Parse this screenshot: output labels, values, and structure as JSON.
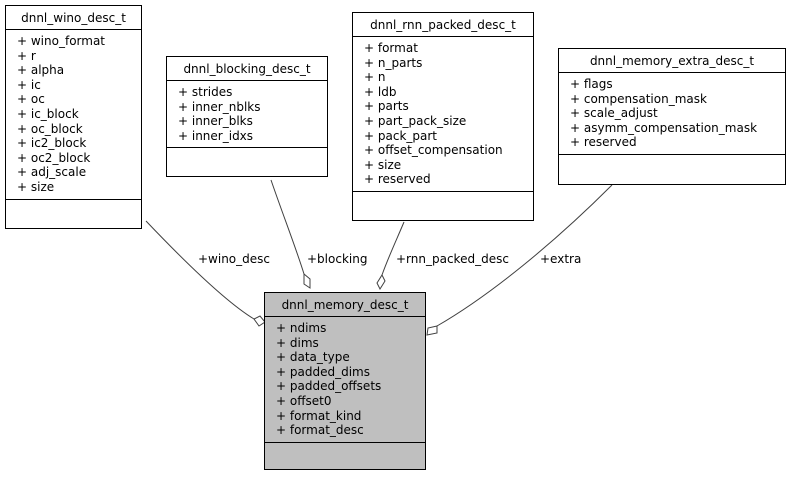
{
  "classes": {
    "wino": {
      "name": "dnnl_wino_desc_t",
      "attributes": [
        "+ wino_format",
        "+ r",
        "+ alpha",
        "+ ic",
        "+ oc",
        "+ ic_block",
        "+ oc_block",
        "+ ic2_block",
        "+ oc2_block",
        "+ adj_scale",
        "+ size"
      ]
    },
    "blocking": {
      "name": "dnnl_blocking_desc_t",
      "attributes": [
        "+ strides",
        "+ inner_nblks",
        "+ inner_blks",
        "+ inner_idxs"
      ]
    },
    "rnn": {
      "name": "dnnl_rnn_packed_desc_t",
      "attributes": [
        "+ format",
        "+ n_parts",
        "+ n",
        "+ ldb",
        "+ parts",
        "+ part_pack_size",
        "+ pack_part",
        "+ offset_compensation",
        "+ size",
        "+ reserved"
      ]
    },
    "extra": {
      "name": "dnnl_memory_extra_desc_t",
      "attributes": [
        "+ flags",
        "+ compensation_mask",
        "+ scale_adjust",
        "+ asymm_compensation_mask",
        "+ reserved"
      ]
    },
    "memory": {
      "name": "dnnl_memory_desc_t",
      "attributes": [
        "+ ndims",
        "+ dims",
        "+ data_type",
        "+ padded_dims",
        "+ padded_offsets",
        "+ offset0",
        "+ format_kind",
        "+ format_desc"
      ]
    }
  },
  "edges": {
    "wino": "+wino_desc",
    "blocking": "+blocking",
    "rnn": "+rnn_packed_desc",
    "extra": "+extra"
  },
  "colors": {
    "main_fill": "#bfbfbf",
    "edge_stroke": "#404040"
  }
}
